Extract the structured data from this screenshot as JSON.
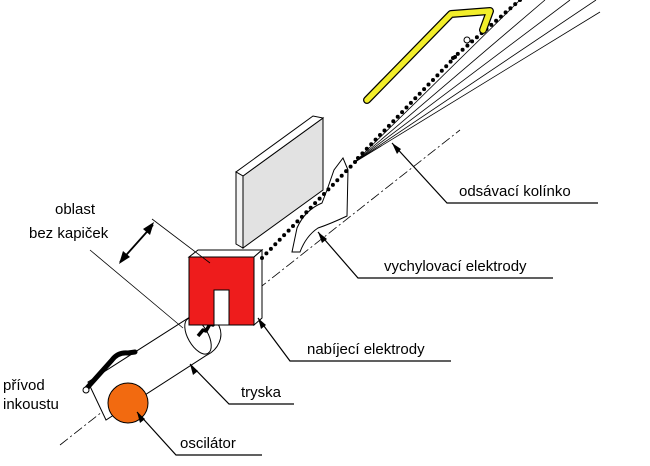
{
  "labels": {
    "suction_elbow": "odsávací kolínko",
    "deflection_electrodes": "vychylovací elektrody",
    "charging_electrodes": "nabíjecí elektrody",
    "nozzle": "tryska",
    "oscillator": "oscilátor",
    "ink_supply_line1": "přívod",
    "ink_supply_line2": "inkoustu",
    "dropfree_zone_line1": "oblast",
    "dropfree_zone_line2": "bez kapiček"
  },
  "colors": {
    "charging_electrode": "#ee1c1c",
    "suction_elbow": "#f2ee2a",
    "oscillator": "#f26a10",
    "deflection_plate_face": "#e2e2e2",
    "line": "#000000"
  }
}
